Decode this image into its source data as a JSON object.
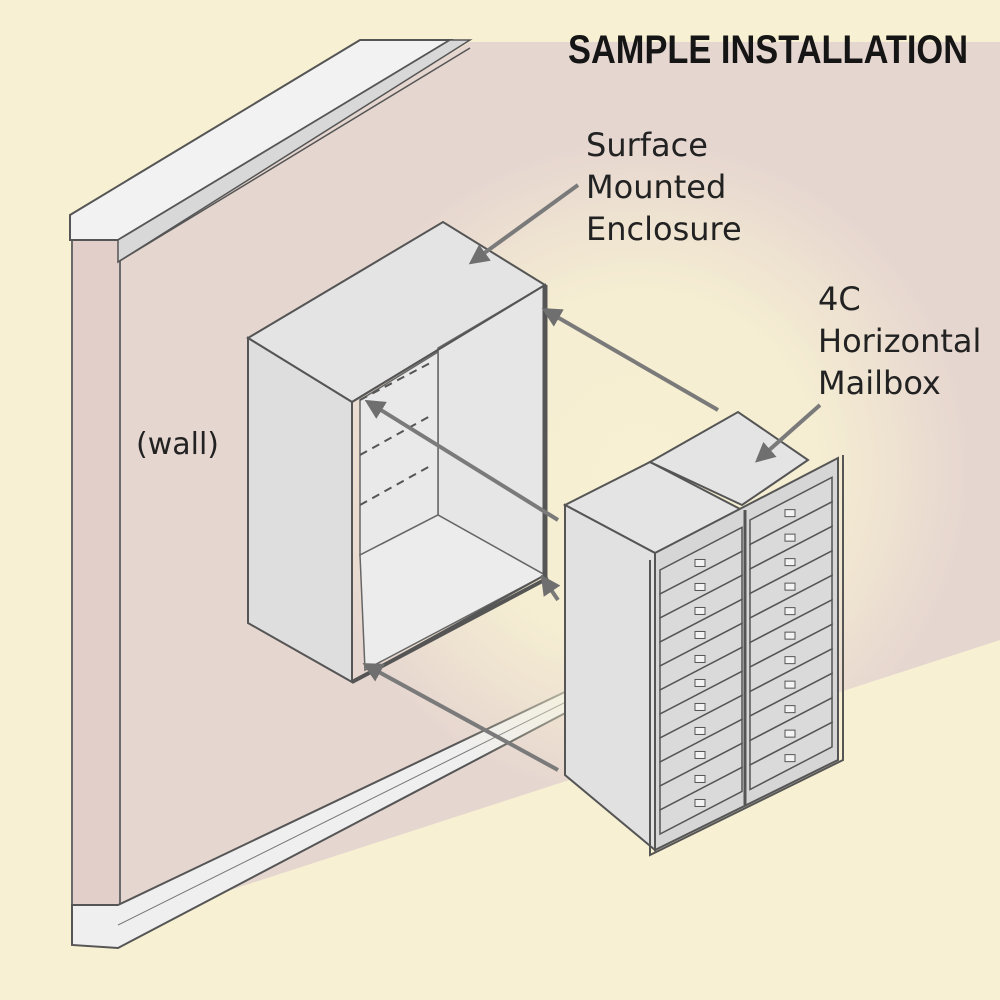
{
  "title": "SAMPLE INSTALLATION",
  "labels": {
    "enclosure": [
      "Surface",
      "Mounted",
      "Enclosure"
    ],
    "mailbox": [
      "4C",
      "Horizontal",
      "Mailbox"
    ],
    "wall": "(wall)"
  },
  "colors": {
    "background": "#f7f0d2",
    "wall": "#e6d6d0",
    "metal": "#dcdcdc",
    "metal_light": "#ececec",
    "outline": "#555555",
    "arrow": "#7a7a7a"
  }
}
